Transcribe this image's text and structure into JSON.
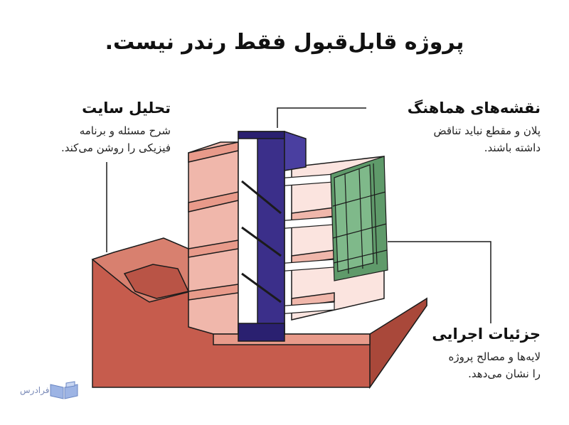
{
  "title": "پروژه قابل‌قبول فقط رندر نیست.",
  "callouts": {
    "site": {
      "heading": "تحلیل سایت",
      "line1": "شرح مسئله و برنامه",
      "line2": "فیزیکی را روشن می‌کند."
    },
    "plans": {
      "heading": "نقشه‌های هماهنگ",
      "line1": "پلان و مقطع نباید تناقض",
      "line2": "داشته باشند."
    },
    "details": {
      "heading": "جزئیات اجرایی",
      "line1": "لایه‌ها و مصالح پروژه",
      "line2": "را نشان می‌دهد."
    }
  },
  "logo": {
    "text": "فرادرس",
    "icon": "open-book-icon"
  },
  "colors": {
    "terrain": "#c65c4d",
    "structure": "#f0b7ab",
    "core": "#3b2f8a",
    "facade": "#5f9a6a",
    "leader": "#1b1b1b"
  }
}
